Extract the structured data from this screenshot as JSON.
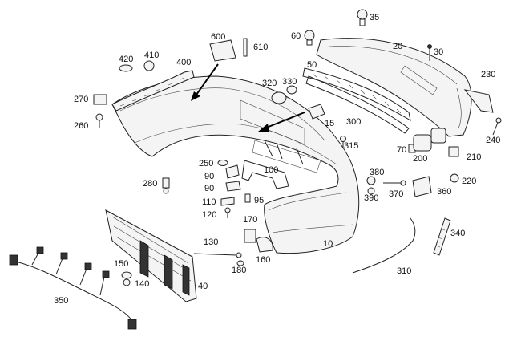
{
  "diagram": {
    "callouts": [
      {
        "id": "10",
        "label": "10"
      },
      {
        "id": "15",
        "label": "15"
      },
      {
        "id": "20",
        "label": "20"
      },
      {
        "id": "30",
        "label": "30"
      },
      {
        "id": "35",
        "label": "35"
      },
      {
        "id": "40",
        "label": "40"
      },
      {
        "id": "50",
        "label": "50"
      },
      {
        "id": "60",
        "label": "60"
      },
      {
        "id": "70",
        "label": "70"
      },
      {
        "id": "90a",
        "label": "90"
      },
      {
        "id": "90b",
        "label": "90"
      },
      {
        "id": "95",
        "label": "95"
      },
      {
        "id": "100",
        "label": "100"
      },
      {
        "id": "110",
        "label": "110"
      },
      {
        "id": "120",
        "label": "120"
      },
      {
        "id": "130",
        "label": "130"
      },
      {
        "id": "140",
        "label": "140"
      },
      {
        "id": "150",
        "label": "150"
      },
      {
        "id": "160",
        "label": "160"
      },
      {
        "id": "170",
        "label": "170"
      },
      {
        "id": "180",
        "label": "180"
      },
      {
        "id": "200",
        "label": "200"
      },
      {
        "id": "210",
        "label": "210"
      },
      {
        "id": "220",
        "label": "220"
      },
      {
        "id": "230",
        "label": "230"
      },
      {
        "id": "240",
        "label": "240"
      },
      {
        "id": "250",
        "label": "250"
      },
      {
        "id": "260",
        "label": "260"
      },
      {
        "id": "270",
        "label": "270"
      },
      {
        "id": "280",
        "label": "280"
      },
      {
        "id": "300",
        "label": "300"
      },
      {
        "id": "310",
        "label": "310"
      },
      {
        "id": "315",
        "label": "315"
      },
      {
        "id": "320",
        "label": "320"
      },
      {
        "id": "330",
        "label": "330"
      },
      {
        "id": "340",
        "label": "340"
      },
      {
        "id": "350",
        "label": "350"
      },
      {
        "id": "360",
        "label": "360"
      },
      {
        "id": "370",
        "label": "370"
      },
      {
        "id": "380",
        "label": "380"
      },
      {
        "id": "390",
        "label": "390"
      },
      {
        "id": "400",
        "label": "400"
      },
      {
        "id": "410",
        "label": "410"
      },
      {
        "id": "420",
        "label": "420"
      },
      {
        "id": "600",
        "label": "600"
      },
      {
        "id": "610",
        "label": "610"
      }
    ]
  }
}
